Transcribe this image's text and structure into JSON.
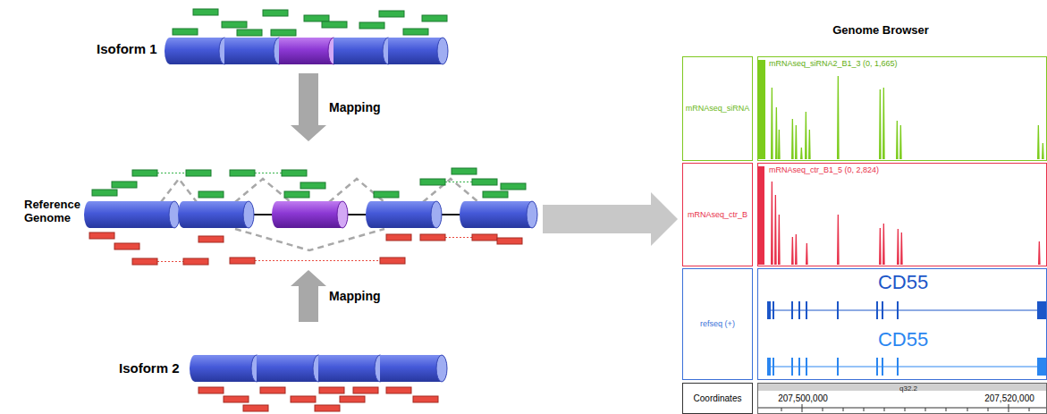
{
  "diagram": {
    "nodes": [
      {
        "text": [
          "Isoform 1"
        ]
      },
      {
        "text": [
          "Reference Genome"
        ]
      },
      {
        "text": [
          "Isoform 2"
        ]
      },
      {
        "text": [
          "Genome Browser"
        ]
      },
      {
        "text": [
          "mRNAseq_siRNA"
        ],
        "in": 3
      },
      {
        "text": [
          "mRNAseq_siRNA2_B1_3 (0, 1,665)"
        ],
        "in": 3
      },
      {
        "text": [
          "mRNAseq_ctr_B"
        ],
        "in": 3
      },
      {
        "text": [
          "mRNAseq_ctr_B1_5 (0, 2,824)"
        ],
        "in": 3
      },
      {
        "text": [
          "refseq (+)"
        ],
        "in": 3
      },
      {
        "text": [
          "CD55",
          "CD55"
        ],
        "in": 3
      },
      {
        "text": [
          "Coordinates"
        ],
        "in": 3
      },
      {
        "text": [
          "q32.2",
          "207,500,000",
          "207,520,000"
        ],
        "in": 3
      }
    ],
    "edges": [
      {
        "from": 0,
        "to": 1,
        "arrow": "to",
        "label": "Mapping"
      },
      {
        "from": 2,
        "to": 1,
        "arrow": "to",
        "label": "Mapping"
      },
      {
        "from": 1,
        "to": 3,
        "arrow": "to"
      }
    ]
  }
}
